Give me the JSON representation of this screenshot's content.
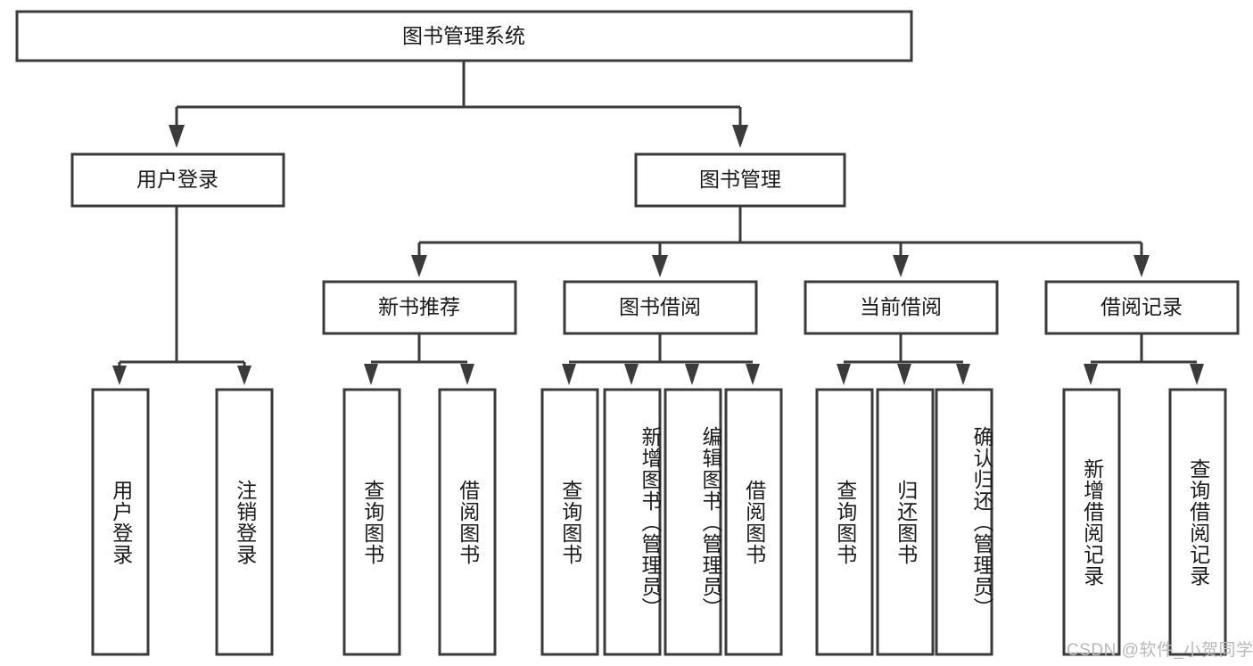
{
  "diagram": {
    "kind": "tree-hierarchy-chart",
    "root": {
      "id": "root",
      "label": "图书管理系统"
    },
    "level1": [
      {
        "id": "user-login",
        "label": "用户登录"
      },
      {
        "id": "book-management",
        "label": "图书管理"
      }
    ],
    "level2": [
      {
        "id": "new-book-recommend",
        "label": "新书推荐",
        "parent": "book-management"
      },
      {
        "id": "book-borrow",
        "label": "图书借阅",
        "parent": "book-management"
      },
      {
        "id": "current-borrow",
        "label": "当前借阅",
        "parent": "book-management"
      },
      {
        "id": "borrow-record",
        "label": "借阅记录",
        "parent": "book-management"
      }
    ],
    "leaves": [
      {
        "id": "leaf-user-login",
        "label": "用户登录",
        "parent": "user-login"
      },
      {
        "id": "leaf-logout-login",
        "label": "注销登录",
        "parent": "user-login"
      },
      {
        "id": "leaf-query-book-1",
        "label": "查询图书",
        "parent": "new-book-recommend"
      },
      {
        "id": "leaf-borrow-book-1",
        "label": "借阅图书",
        "parent": "new-book-recommend"
      },
      {
        "id": "leaf-query-book-2",
        "label": "查询图书",
        "parent": "book-borrow"
      },
      {
        "id": "leaf-add-book",
        "label": "新增图书（管理员）",
        "parent": "book-borrow"
      },
      {
        "id": "leaf-edit-book",
        "label": "编辑图书（管理员）",
        "parent": "book-borrow"
      },
      {
        "id": "leaf-borrow-book-2",
        "label": "借阅图书",
        "parent": "book-borrow"
      },
      {
        "id": "leaf-query-book-3",
        "label": "查询图书",
        "parent": "current-borrow"
      },
      {
        "id": "leaf-return-book",
        "label": "归还图书",
        "parent": "current-borrow"
      },
      {
        "id": "leaf-confirm-return",
        "label": "确认归还（管理员）",
        "parent": "current-borrow"
      },
      {
        "id": "leaf-add-record",
        "label": "新增借阅记录",
        "parent": "borrow-record"
      },
      {
        "id": "leaf-query-record",
        "label": "查询借阅记录",
        "parent": "borrow-record"
      }
    ]
  },
  "watermark": {
    "text": "CSDN @软件_小贺同学"
  },
  "colors": {
    "stroke": "#3b3b3b",
    "fill": "#ffffff",
    "text": "#1a1a1a",
    "watermark": "#b9b9b9"
  }
}
